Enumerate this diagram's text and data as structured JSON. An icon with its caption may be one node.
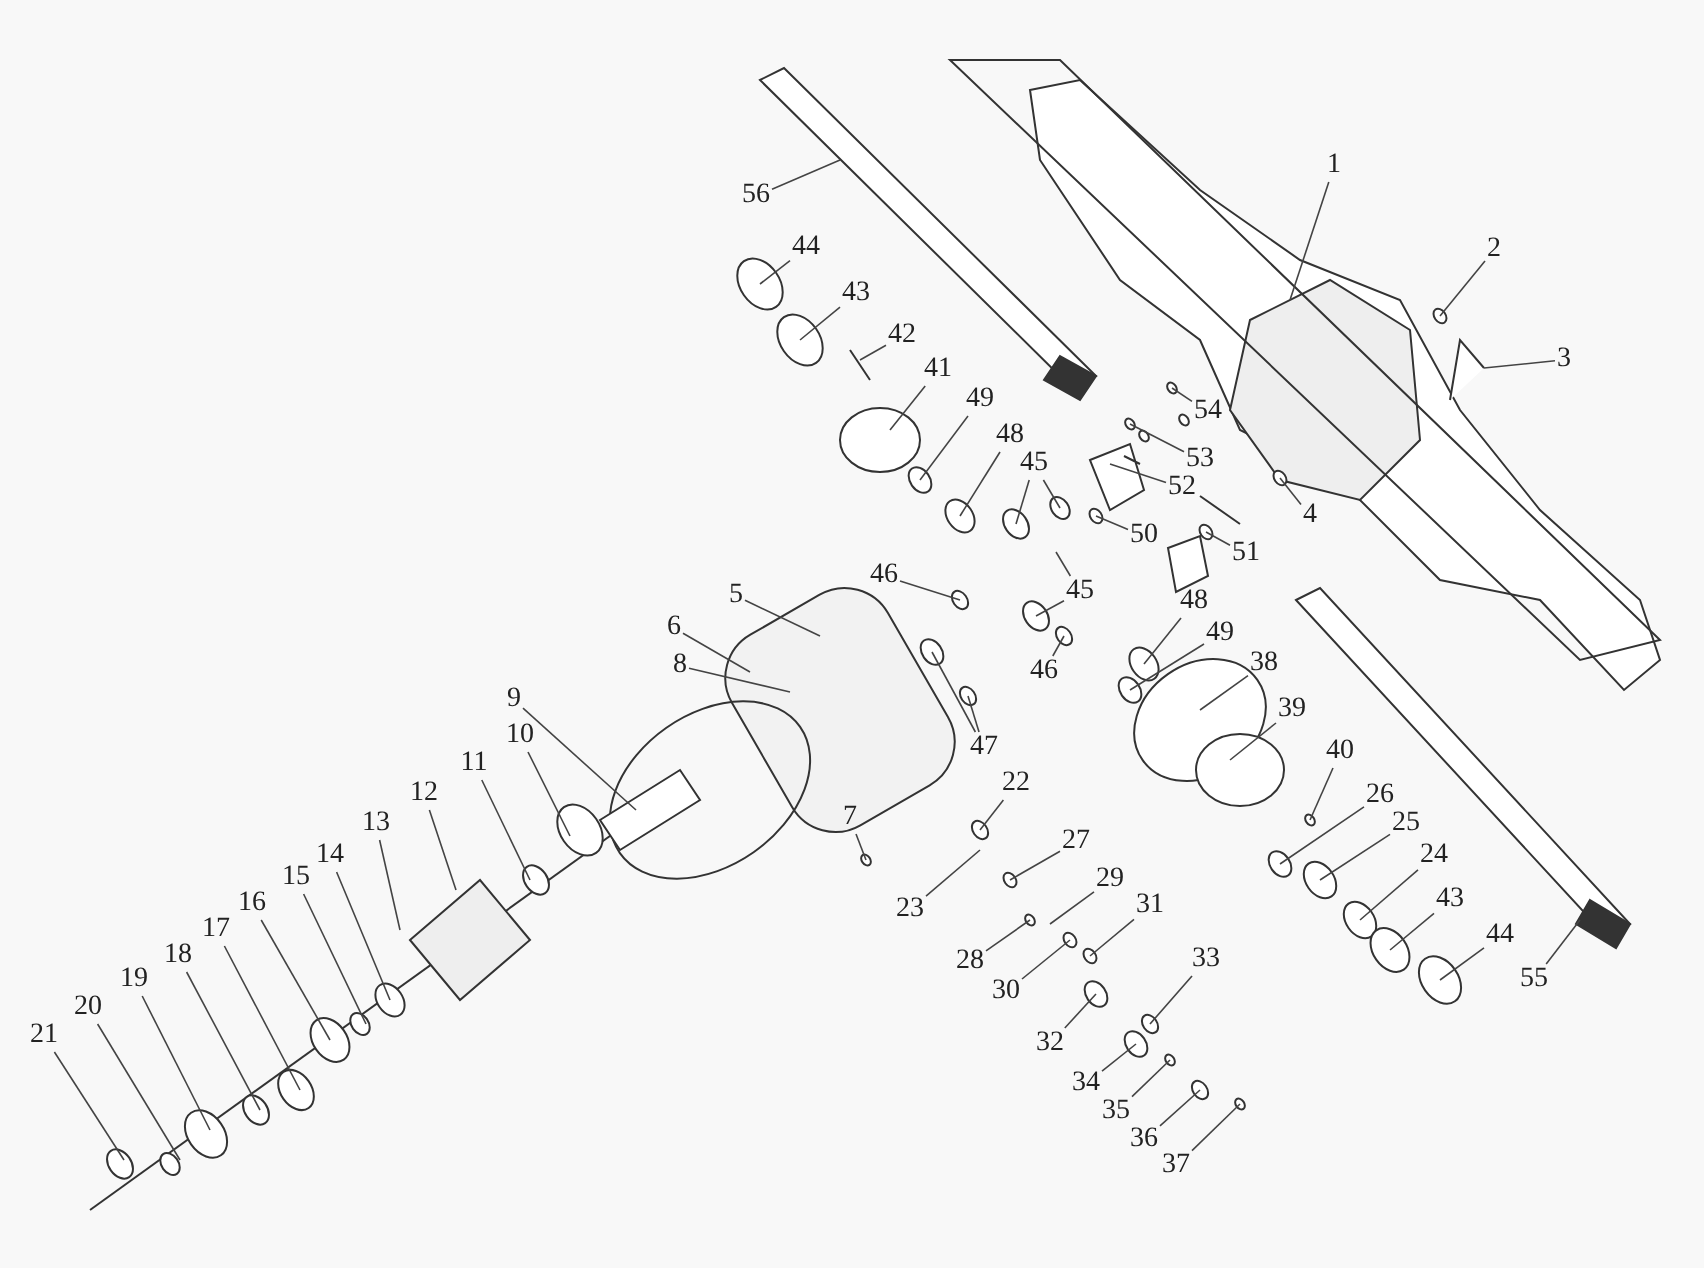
{
  "diagram": {
    "nodes": [
      {
        "text": [
          "1"
        ]
      },
      {
        "text": [
          "2"
        ]
      },
      {
        "text": [
          "3"
        ]
      },
      {
        "text": [
          "4"
        ]
      },
      {
        "text": [
          "5"
        ]
      },
      {
        "text": [
          "6"
        ]
      },
      {
        "text": [
          "7"
        ]
      },
      {
        "text": [
          "8"
        ]
      },
      {
        "text": [
          "9"
        ]
      },
      {
        "text": [
          "10"
        ]
      },
      {
        "text": [
          "11"
        ]
      },
      {
        "text": [
          "12"
        ]
      },
      {
        "text": [
          "13"
        ]
      },
      {
        "text": [
          "14"
        ]
      },
      {
        "text": [
          "15"
        ]
      },
      {
        "text": [
          "16"
        ]
      },
      {
        "text": [
          "17"
        ]
      },
      {
        "text": [
          "18"
        ]
      },
      {
        "text": [
          "19"
        ]
      },
      {
        "text": [
          "20"
        ]
      },
      {
        "text": [
          "21"
        ]
      },
      {
        "text": [
          "22"
        ]
      },
      {
        "text": [
          "23"
        ]
      },
      {
        "text": [
          "24"
        ]
      },
      {
        "text": [
          "25"
        ]
      },
      {
        "text": [
          "26"
        ]
      },
      {
        "text": [
          "27"
        ]
      },
      {
        "text": [
          "28"
        ]
      },
      {
        "text": [
          "29"
        ]
      },
      {
        "text": [
          "30"
        ]
      },
      {
        "text": [
          "31"
        ]
      },
      {
        "text": [
          "32"
        ]
      },
      {
        "text": [
          "33"
        ]
      },
      {
        "text": [
          "34"
        ]
      },
      {
        "text": [
          "35"
        ]
      },
      {
        "text": [
          "36"
        ]
      },
      {
        "text": [
          "37"
        ]
      },
      {
        "text": [
          "38"
        ]
      },
      {
        "text": [
          "39"
        ]
      },
      {
        "text": [
          "40"
        ]
      },
      {
        "text": [
          "41"
        ]
      },
      {
        "text": [
          "42"
        ]
      },
      {
        "text": [
          "43"
        ]
      },
      {
        "text": [
          "43"
        ]
      },
      {
        "text": [
          "44"
        ]
      },
      {
        "text": [
          "44"
        ]
      },
      {
        "text": [
          "45"
        ]
      },
      {
        "text": [
          "45"
        ]
      },
      {
        "text": [
          "46"
        ]
      },
      {
        "text": [
          "46"
        ]
      },
      {
        "text": [
          "47"
        ]
      },
      {
        "text": [
          "48"
        ]
      },
      {
        "text": [
          "48"
        ]
      },
      {
        "text": [
          "49"
        ]
      },
      {
        "text": [
          "49"
        ]
      },
      {
        "text": [
          "50"
        ]
      },
      {
        "text": [
          "51"
        ]
      },
      {
        "text": [
          "52"
        ]
      },
      {
        "text": [
          "53"
        ]
      },
      {
        "text": [
          "54"
        ]
      },
      {
        "text": [
          "55"
        ]
      },
      {
        "text": [
          "56"
        ]
      }
    ],
    "edges": [
      {
        "from": 0,
        "to": null,
        "arrow": "none"
      },
      {
        "from": 1,
        "to": null,
        "arrow": "none"
      },
      {
        "from": 2,
        "to": null,
        "arrow": "none"
      },
      {
        "from": 3,
        "to": null,
        "arrow": "none"
      },
      {
        "from": 4,
        "to": null,
        "arrow": "none"
      },
      {
        "from": 5,
        "to": null,
        "arrow": "none"
      },
      {
        "from": 6,
        "to": null,
        "arrow": "none"
      },
      {
        "from": 7,
        "to": null,
        "arrow": "none"
      },
      {
        "from": 8,
        "to": null,
        "arrow": "none"
      },
      {
        "from": 9,
        "to": null,
        "arrow": "none"
      },
      {
        "from": 10,
        "to": null,
        "arrow": "none"
      },
      {
        "from": 11,
        "to": null,
        "arrow": "none"
      },
      {
        "from": 12,
        "to": null,
        "arrow": "none"
      },
      {
        "from": 13,
        "to": null,
        "arrow": "none"
      },
      {
        "from": 14,
        "to": null,
        "arrow": "none"
      },
      {
        "from": 15,
        "to": null,
        "arrow": "none"
      },
      {
        "from": 16,
        "to": null,
        "arrow": "none"
      },
      {
        "from": 17,
        "to": null,
        "arrow": "none"
      },
      {
        "from": 18,
        "to": null,
        "arrow": "none"
      },
      {
        "from": 19,
        "to": null,
        "arrow": "none"
      },
      {
        "from": 20,
        "to": null,
        "arrow": "none"
      },
      {
        "from": 21,
        "to": null,
        "arrow": "none"
      },
      {
        "from": 22,
        "to": null,
        "arrow": "none"
      },
      {
        "from": 23,
        "to": null,
        "arrow": "none"
      },
      {
        "from": 24,
        "to": null,
        "arrow": "none"
      },
      {
        "from": 25,
        "to": null,
        "arrow": "none"
      },
      {
        "from": 26,
        "to": null,
        "arrow": "none"
      },
      {
        "from": 27,
        "to": null,
        "arrow": "none"
      },
      {
        "from": 28,
        "to": null,
        "arrow": "none"
      },
      {
        "from": 29,
        "to": null,
        "arrow": "none"
      },
      {
        "from": 30,
        "to": null,
        "arrow": "none"
      },
      {
        "from": 31,
        "to": null,
        "arrow": "none"
      },
      {
        "from": 32,
        "to": null,
        "arrow": "none"
      },
      {
        "from": 33,
        "to": null,
        "arrow": "none"
      },
      {
        "from": 34,
        "to": null,
        "arrow": "none"
      },
      {
        "from": 35,
        "to": null,
        "arrow": "none"
      },
      {
        "from": 36,
        "to": null,
        "arrow": "none"
      },
      {
        "from": 37,
        "to": null,
        "arrow": "none"
      },
      {
        "from": 38,
        "to": null,
        "arrow": "none"
      },
      {
        "from": 39,
        "to": null,
        "arrow": "none"
      },
      {
        "from": 40,
        "to": null,
        "arrow": "none"
      },
      {
        "from": 41,
        "to": null,
        "arrow": "none"
      },
      {
        "from": 42,
        "to": null,
        "arrow": "none"
      },
      {
        "from": 43,
        "to": null,
        "arrow": "none"
      },
      {
        "from": 44,
        "to": null,
        "arrow": "none"
      },
      {
        "from": 45,
        "to": null,
        "arrow": "none"
      },
      {
        "from": 46,
        "to": null,
        "arrow": "none"
      },
      {
        "from": 46,
        "to": null,
        "arrow": "none"
      },
      {
        "from": 47,
        "to": null,
        "arrow": "none"
      },
      {
        "from": 47,
        "to": null,
        "arrow": "none"
      },
      {
        "from": 48,
        "to": null,
        "arrow": "none"
      },
      {
        "from": 49,
        "to": null,
        "arrow": "none"
      },
      {
        "from": 50,
        "to": null,
        "arrow": "none"
      },
      {
        "from": 50,
        "to": null,
        "arrow": "none"
      },
      {
        "from": 51,
        "to": null,
        "arrow": "none"
      },
      {
        "from": 52,
        "to": null,
        "arrow": "none"
      },
      {
        "from": 53,
        "to": null,
        "arrow": "none"
      },
      {
        "from": 54,
        "to": null,
        "arrow": "none"
      },
      {
        "from": 55,
        "to": null,
        "arrow": "none"
      },
      {
        "from": 56,
        "to": null,
        "arrow": "none"
      },
      {
        "from": 57,
        "to": null,
        "arrow": "none"
      },
      {
        "from": 58,
        "to": null,
        "arrow": "none"
      },
      {
        "from": 59,
        "to": null,
        "arrow": "none"
      },
      {
        "from": 60,
        "to": null,
        "arrow": "none"
      },
      {
        "from": 61,
        "to": null,
        "arrow": "none"
      }
    ]
  }
}
